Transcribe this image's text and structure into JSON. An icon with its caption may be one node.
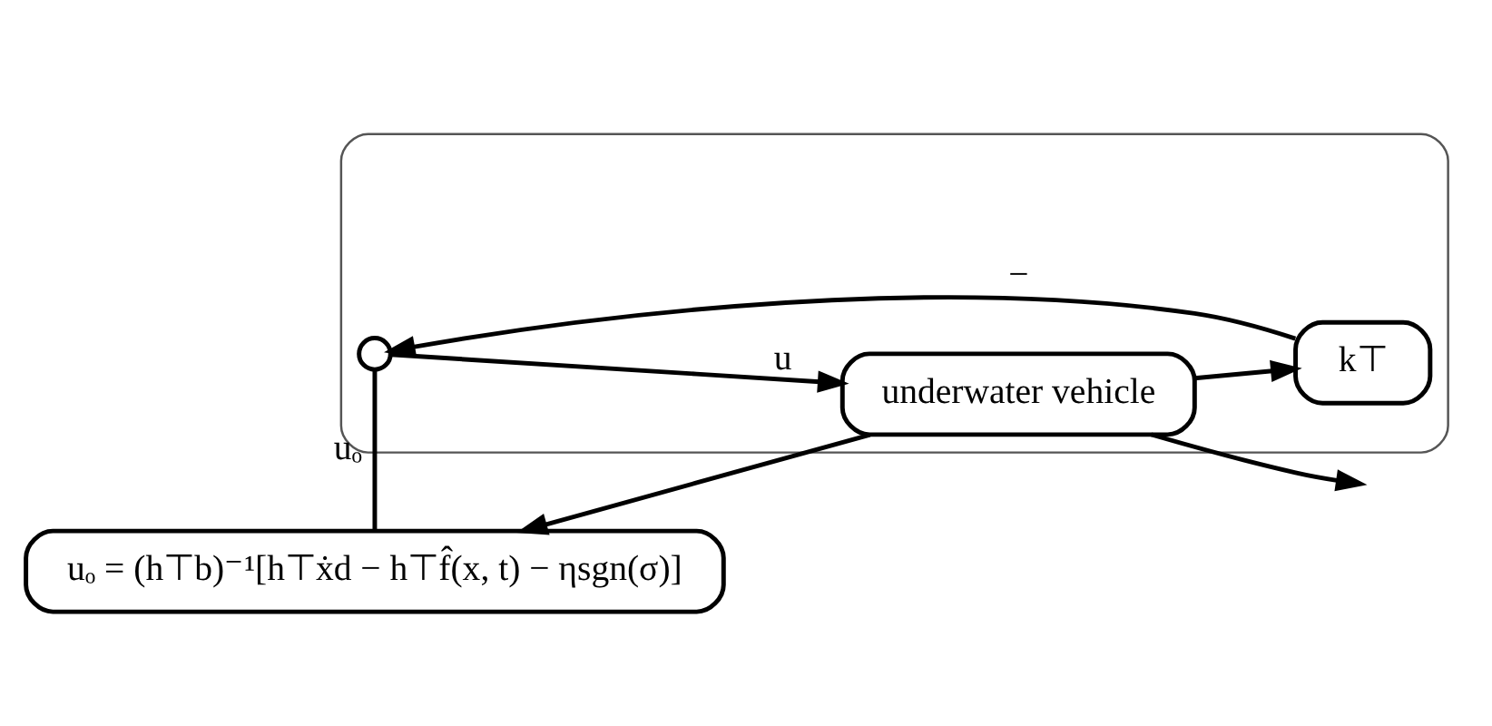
{
  "diagram": {
    "nodes": [
      {
        "text": [],
        "shape": "box"
      },
      {
        "text": [],
        "shape": "circle",
        "in": 0
      },
      {
        "text": [
          "underwater vehicle"
        ],
        "in": 0
      },
      {
        "text": [
          "k⊤"
        ],
        "in": 0
      },
      {
        "text": [
          "uₒ = (h⊤b)⁻¹[h⊤ẋd − h⊤f̂(x, t) − ηsgn(σ)]"
        ]
      }
    ],
    "edges": [
      {
        "from": 4,
        "to": 1,
        "arrow": "none",
        "label": "uₒ"
      },
      {
        "from": 1,
        "to": 2,
        "arrow": "to",
        "label": "u"
      },
      {
        "from": 2,
        "to": 3,
        "arrow": "to"
      },
      {
        "from": 3,
        "to": 1,
        "arrow": "to",
        "label": "−"
      },
      {
        "from": 2,
        "to": 4,
        "arrow": "to"
      },
      {
        "from": 2,
        "to": null,
        "arrow": "to"
      }
    ]
  }
}
